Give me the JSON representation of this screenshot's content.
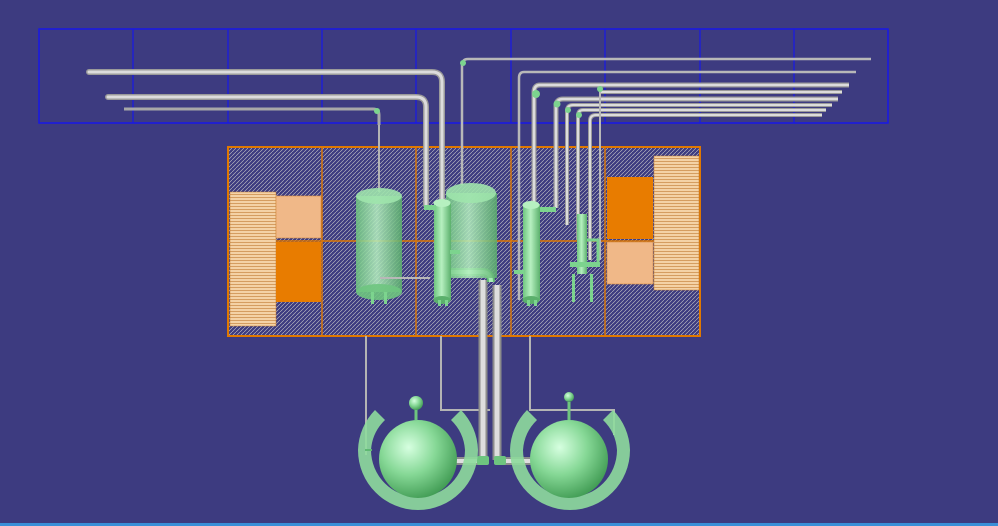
{
  "viewport": {
    "background": "#3d3b80",
    "description_name": "3d-plant-model-viewport"
  },
  "colors": {
    "grid_line": "#1010e0",
    "structure_orange": "#e07800",
    "structure_light": "#f0b070",
    "hatch": "#c8c8c8",
    "pipe_gray": "#c2c2c2",
    "pipe_gray_dark": "#8a8a8a",
    "equipment_green": "#8edc9c",
    "equipment_green_dark": "#5fb873",
    "frame_top": "#6a6a6a",
    "status_strip": "#3a8fd8"
  },
  "icons": {
    "pipe_rack": "pipe-rack-grid",
    "structure": "steel-structure",
    "vertical_vessel": "vertical-vessel",
    "column": "distillation-column",
    "sphere_tank": "spherical-tank"
  }
}
